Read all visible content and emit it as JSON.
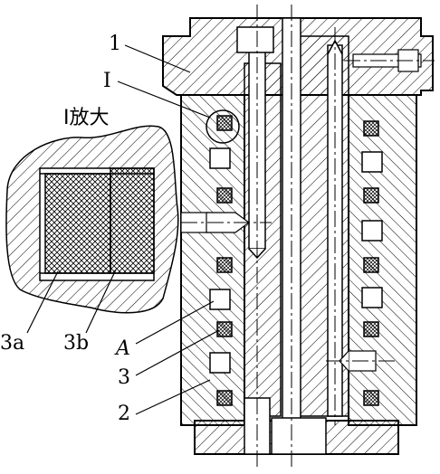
{
  "figure": {
    "labels": {
      "part_1": "1",
      "detail_I": "I",
      "detail_title": "I放大",
      "part_3a": "3a",
      "part_3b": "3b",
      "chamber_A": "A",
      "part_3": "3",
      "part_2": "2"
    },
    "colors": {
      "line": "#000000",
      "background": "#ffffff"
    }
  }
}
